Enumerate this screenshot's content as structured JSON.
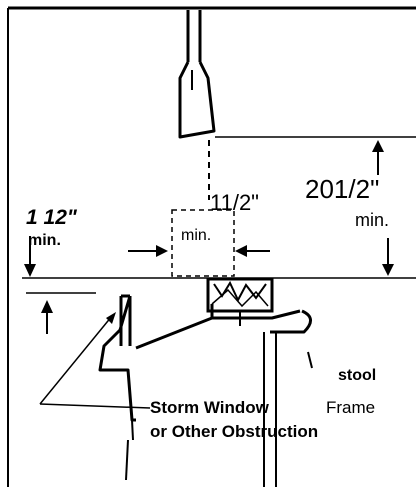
{
  "labels": {
    "left_dimension": "1 12\"",
    "left_min": "min.",
    "center_dimension": "11/2\"",
    "center_min": "min.",
    "right_dimension": "201/2\"",
    "right_min": "min.",
    "stool": "stool",
    "storm_window_line1": "Storm Window",
    "storm_window_line2": "or Other Obstruction",
    "frame": "Frame"
  },
  "colors": {
    "ink": "#000000",
    "paper": "#ffffff"
  }
}
